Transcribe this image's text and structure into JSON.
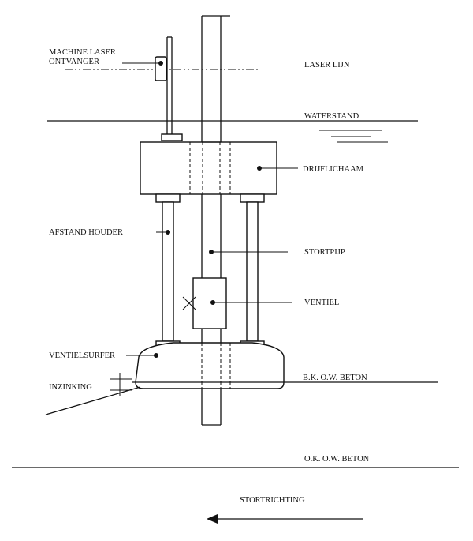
{
  "labels": {
    "machine_laser": "MACHINE LASER",
    "ontvanger": "ONTVANGER",
    "laser_lijn": "LASER LIJN",
    "waterstand": "WATERSTAND",
    "drijflichaam": "DRIJFLICHAAM",
    "afstand_houder": "AFSTAND HOUDER",
    "stortpijp": "STORTPIJP",
    "ventiel": "VENTIEL",
    "ventielsurfer": "VENTIELSURFER",
    "bk_ow_beton": "B.K. O.W. BETON",
    "inzinking": "INZINKING",
    "ok_ow_beton": "O.K. O.W. BETON",
    "stortrichting": "STORTRICHTING"
  }
}
